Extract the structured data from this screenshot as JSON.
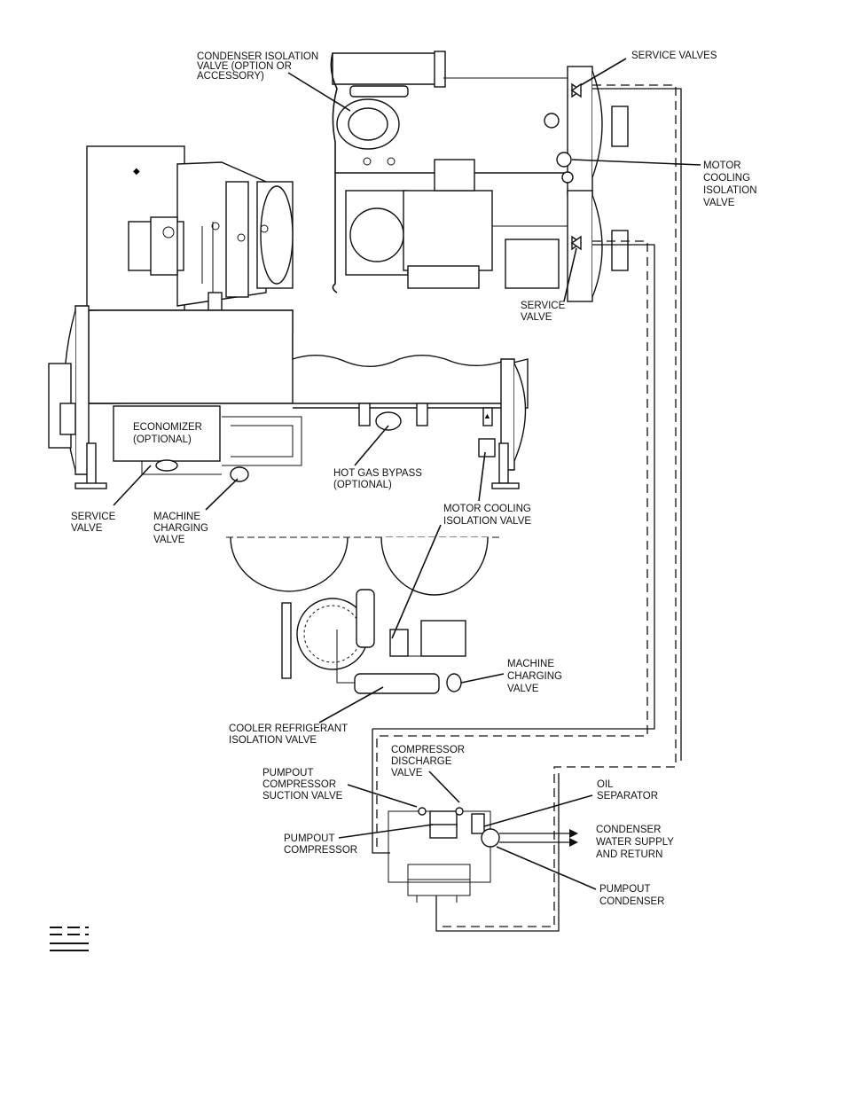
{
  "labels": {
    "condenser_isolation_valve": [
      "CONDENSER ISOLATION",
      "VALVE (OPTION OR",
      "ACCESSORY)"
    ],
    "service_valves": [
      "SERVICE VALVES"
    ],
    "motor_cooling_isolation_valve_top": [
      "MOTOR",
      "COOLING",
      "ISOLATION",
      "VALVE"
    ],
    "service_valve_right": [
      "SERVICE",
      "VALVE"
    ],
    "economizer": [
      "ECONOMIZER",
      "(OPTIONAL)"
    ],
    "service_valve_left": [
      "SERVICE",
      "VALVE"
    ],
    "machine_charging_valve_left": [
      "MACHINE",
      "CHARGING",
      "VALVE"
    ],
    "hot_gas_bypass": [
      "HOT GAS BYPASS",
      "(OPTIONAL)"
    ],
    "motor_cooling_isolation_valve_mid": [
      "MOTOR COOLING",
      "ISOLATION VALVE"
    ],
    "machine_charging_valve_right": [
      "MACHINE",
      "CHARGING",
      "VALVE"
    ],
    "cooler_refrigerant_isolation_valve": [
      "COOLER REFRIGERANT",
      "ISOLATION VALVE"
    ],
    "compressor_discharge_valve": [
      "COMPRESSOR",
      "DISCHARGE",
      "VALVE"
    ],
    "pumpout_compressor_suction_valve": [
      "PUMPOUT",
      "COMPRESSOR",
      "SUCTION VALVE"
    ],
    "oil_separator": [
      "OIL",
      "SEPARATOR"
    ],
    "pumpout_compressor": [
      "PUMPOUT",
      "COMPRESSOR"
    ],
    "condenser_water": [
      "CONDENSER",
      "WATER SUPPLY",
      "AND RETURN"
    ],
    "pumpout_condenser": [
      "PUMPOUT",
      "CONDENSER"
    ]
  },
  "legend": {
    "symbol": "dashed-over-solid-lines"
  }
}
